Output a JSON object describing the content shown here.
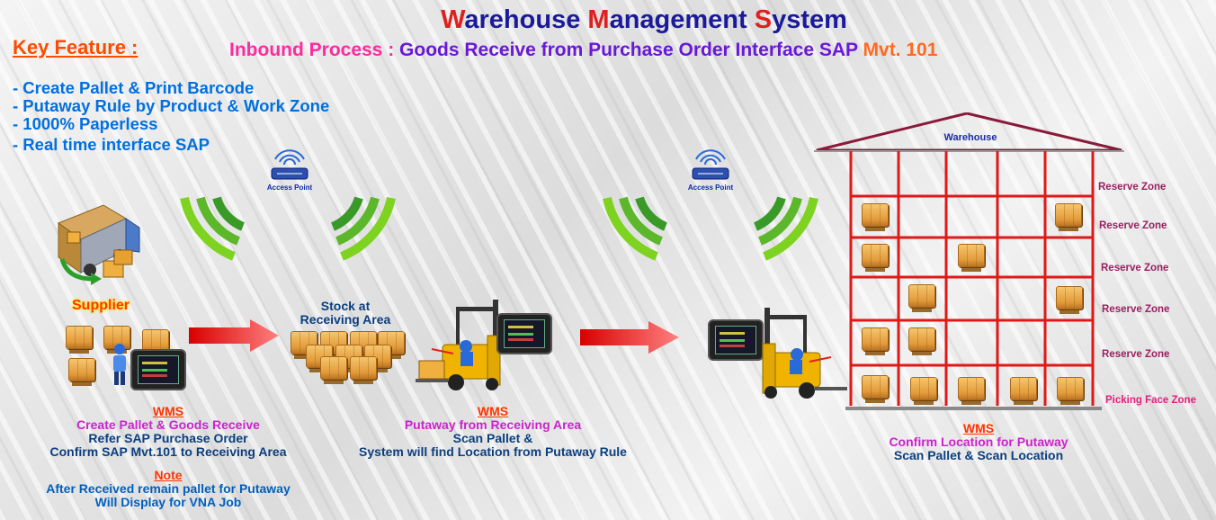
{
  "title": {
    "w1_cap": "W",
    "w1_rest": "arehouse ",
    "w2_cap": "M",
    "w2_rest": "anagement ",
    "w3_cap": "S",
    "w3_rest": "ystem"
  },
  "subtitle": {
    "part1": "Inbound Process : ",
    "part2": "Goods Receive from Purchase Order Interface SAP ",
    "part3": "Mvt. 101",
    "colors": {
      "part1": "#ff2aa0",
      "part2": "#6a18d8",
      "part3": "#ff6a20"
    }
  },
  "key_feature": {
    "heading": "Key Feature :",
    "items": [
      "- Create Pallet & Print Barcode",
      "- Putaway Rule by Product & Work Zone",
      "- 1000% Paperless",
      "- Real time interface SAP"
    ]
  },
  "access_points": [
    "Access Point",
    "Access Point"
  ],
  "supplier_label": "Supplier",
  "stock_label": {
    "line1": "Stock at",
    "line2": "Receiving Area"
  },
  "warehouse": {
    "label": "Warehouse",
    "zones": [
      "Reserve Zone",
      "Reserve Zone",
      "Reserve Zone",
      "Reserve Zone",
      "Reserve Zone",
      "Picking Face Zone"
    ],
    "grid_color": "#e01818",
    "roof_color": "#8a1a3a"
  },
  "step1": {
    "wms": "WMS",
    "line1": "Create Pallet & Goods Receive",
    "line2": "Refer SAP Purchase Order",
    "line3": "Confirm SAP Mvt.101 to Receiving Area",
    "note_title": "Note",
    "note1": "After Received remain pallet for Putaway",
    "note2": "Will Display for VNA Job"
  },
  "step2": {
    "wms": "WMS",
    "line1": "Putaway from Receiving Area",
    "line2": "Scan Pallet &",
    "line3": "System will find Location from Putaway Rule"
  },
  "step3": {
    "wms": "WMS",
    "line1": "Confirm Location for Putaway",
    "line2": "Scan Pallet & Scan Location"
  },
  "icons": {
    "truck": "delivery-truck-icon",
    "router": "wireless-router-icon",
    "forklift": "forklift-icon",
    "tablet": "rugged-tablet-icon",
    "arrow": "red-arrow-icon",
    "box": "carton-box-icon"
  }
}
